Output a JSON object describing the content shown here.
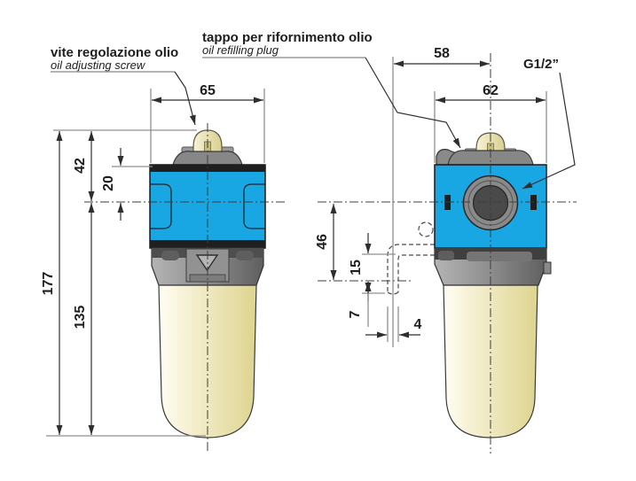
{
  "drawing": {
    "title": "lubricator dimensional drawing",
    "labels": {
      "adjust_screw_it": "vite regolazione olio",
      "adjust_screw_en": "oil adjusting screw",
      "refill_plug_it": "tappo per rifornimento olio",
      "refill_plug_en": "oil refilling plug",
      "port_size": "G1/2”"
    },
    "dims": {
      "front_width": "65",
      "total_height": "177",
      "top_to_axis": "42",
      "body_top_to_axis": "20",
      "axis_to_bottom": "135",
      "plug_offset": "58",
      "side_width": "62",
      "axis_to_oil_level": "46",
      "oil_level_upper": "15",
      "tube_below_level": "7",
      "tube_width": "4"
    },
    "colors": {
      "body_blue": "#18A7E2",
      "bowl_cream": "#DDD48F",
      "knob_cream": "#D9CF8E",
      "metal_gray": "#8C8C8C",
      "line_dark": "#2E2E2E"
    }
  }
}
